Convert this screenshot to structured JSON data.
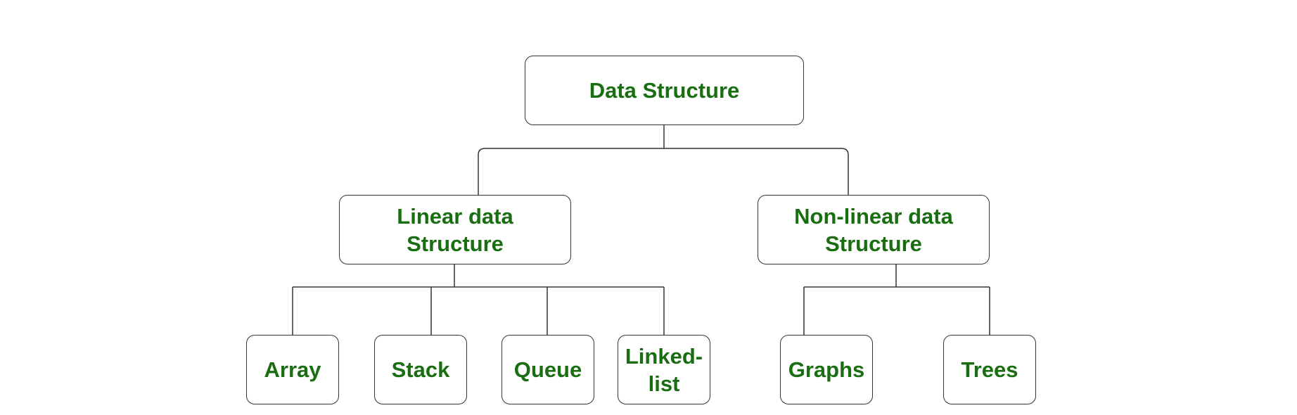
{
  "diagram": {
    "root": {
      "label": "Data Structure"
    },
    "linear": {
      "label": "Linear data\nStructure",
      "children": [
        "Array",
        "Stack",
        "Queue",
        "Linked-\nlist"
      ]
    },
    "nonlinear": {
      "label": "Non-linear data\nStructure",
      "children": [
        "Graphs",
        "Trees"
      ]
    },
    "colors": {
      "text": "#1a6e12",
      "border": "#333333",
      "background": "#ffffff"
    }
  }
}
